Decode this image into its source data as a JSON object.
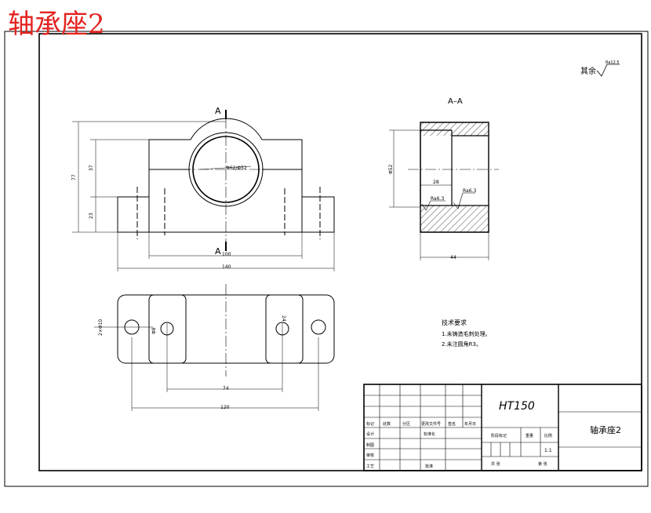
{
  "drawing": {
    "title": "轴承座2",
    "view_label_section": "A",
    "section_title": "A–A",
    "surface_finish_note": "其余",
    "surface_finish_value": "Ra12.5",
    "technical_requirements": {
      "heading": "技术要求",
      "items": [
        "1.未铸造毛刺处理。",
        "2.未注圆角R3。"
      ]
    },
    "dimensions": {
      "bore_diameter": "Φ62/Φ52",
      "overall_width": "140",
      "top_width": "100",
      "height_total": "77",
      "height_upper": "37",
      "height_base": "23",
      "hole_spacing_inner": "74",
      "hole_spacing_outer": "120",
      "hole_dia": "2×Φ10",
      "slot_dia": "Φ8",
      "section_bore": "Φ52",
      "section_depth": "28",
      "section_length": "44",
      "finish_1": "Ra6.3",
      "finish_2": "Ra6.3",
      "side_dim": "24"
    }
  },
  "title_block": {
    "material": "HT150",
    "part_name": "轴承座2",
    "headers": [
      "标记",
      "处数",
      "分区",
      "更改文件号",
      "签名",
      "年月日"
    ],
    "rows": [
      "设计",
      "制图",
      "审核",
      "工艺"
    ],
    "standardization": "标准化",
    "approve": "批准",
    "stage_mark": "阶段标记",
    "weight": "重量",
    "scale": "比例",
    "scale_value": "1:1",
    "sheet_total": "共 张",
    "sheet_no": "第 张"
  }
}
